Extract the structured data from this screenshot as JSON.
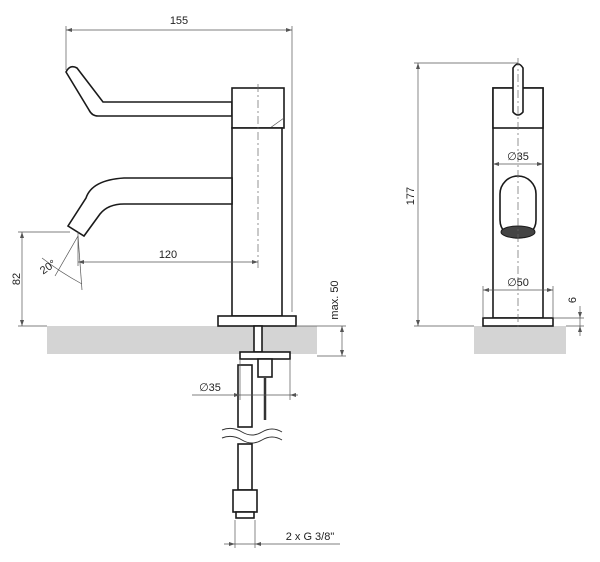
{
  "dimensions": {
    "total_width": "155",
    "spout_reach": "120",
    "spout_height": "82",
    "spout_angle": "20°",
    "max_thickness": "max. 50",
    "hose_diameter": "35",
    "hose_connection": "2 x G 3/8\"",
    "total_height": "177",
    "body_diameter": "35",
    "base_diameter": "50",
    "base_height": "6"
  },
  "symbols": {
    "diameter": "∅"
  }
}
